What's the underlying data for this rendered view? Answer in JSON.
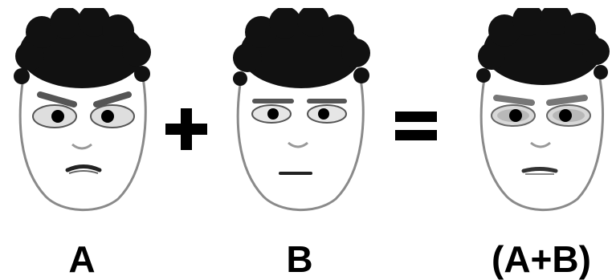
{
  "labels": {
    "a": "A",
    "b": "B",
    "c": "(A+B)"
  },
  "operators": {
    "plus": "plus-icon",
    "equals": "equals-icon"
  },
  "colors": {
    "ink": "#000000",
    "hair": "#111111",
    "outline": "#8a8a8a",
    "shade": "#9a9a9a",
    "background": "#ffffff"
  }
}
